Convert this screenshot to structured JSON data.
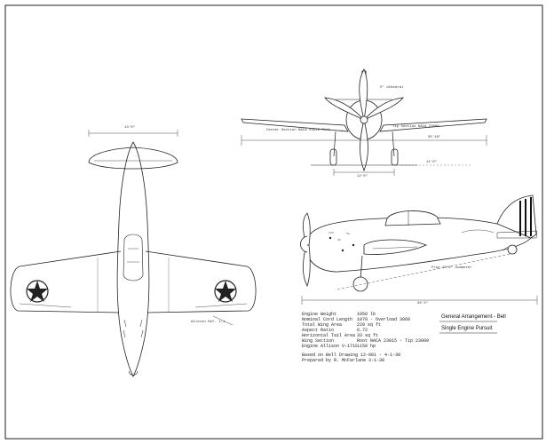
{
  "title_block": {
    "line1": "General Arrangement - Bell",
    "line2": "Single Engine Pursuit"
  },
  "spec_rows": [
    {
      "label": "Engine Weight",
      "value": "1050 lb"
    },
    {
      "label": "Nominal Cord Length",
      "value": "1070 - Overload 3060"
    },
    {
      "label": "Total Wing Area",
      "value": "220 sq ft"
    },
    {
      "label": "Aspect Ratio",
      "value": "6.72"
    },
    {
      "label": "Horizontal Tail Area",
      "value": "33 sq ft"
    },
    {
      "label": "Wing Section",
      "value": "Root NACA 23015 - Tip 23009"
    },
    {
      "label": "Engine Allison V-1710",
      "value": "1150 hp"
    }
  ],
  "notes": [
    "Based on Bell Drawing 12-001 - 4-1-38",
    "Prepared by R. McFarlane 3-1-39"
  ],
  "dimensions": {
    "wheel_track": "12'0\"",
    "span": "35'10\"",
    "length": "30'2\"",
    "tail_span": "13'0\"",
    "height": "11'0\"",
    "dihedral": "5° dihedral"
  },
  "callouts": [
    "Center Section NACA 23015 Root",
    "Tip Section NACA 23009",
    "Prop 10'6\" diameter",
    "Aileron Ref. 1:1"
  ]
}
